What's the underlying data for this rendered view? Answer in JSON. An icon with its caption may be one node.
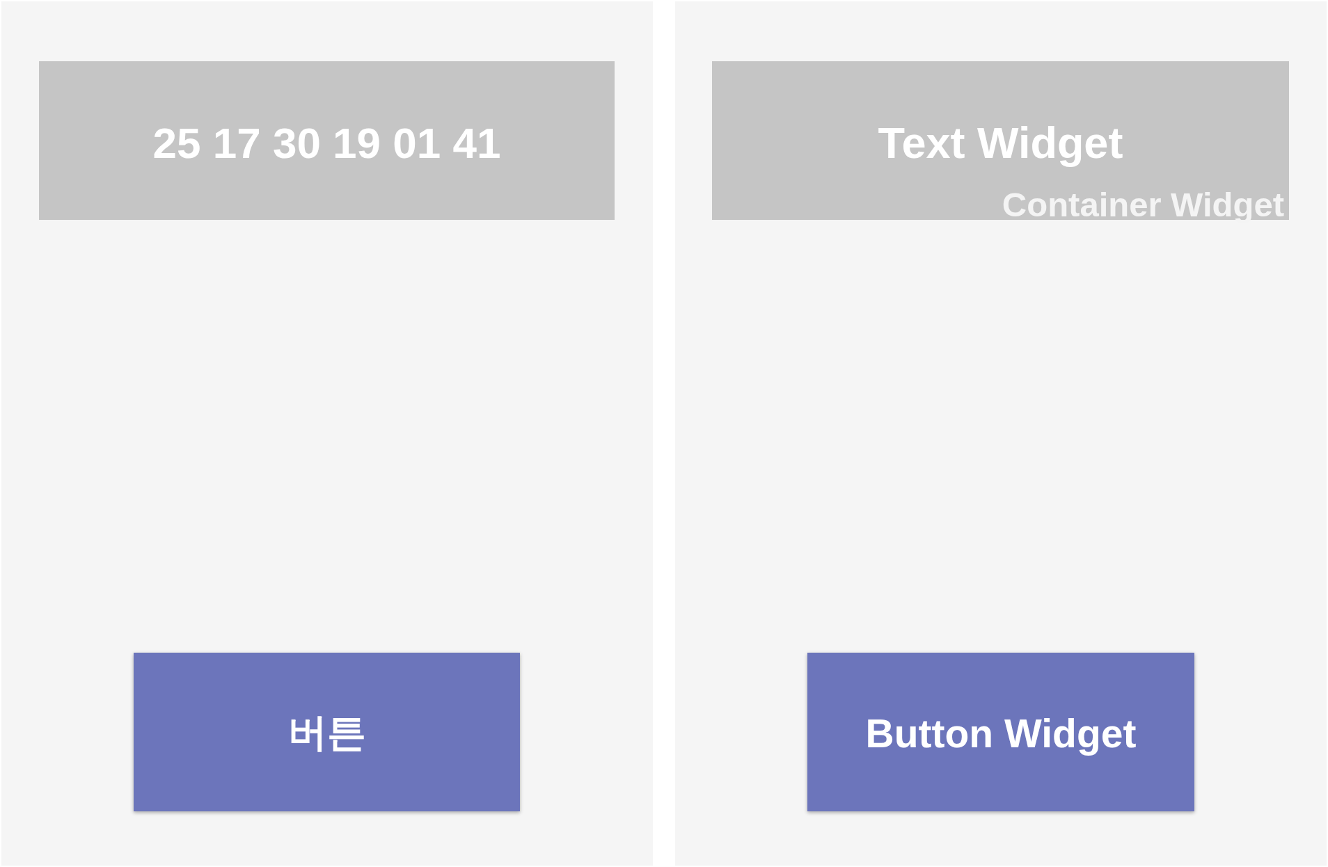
{
  "diagram": {
    "nodes": [
      {
        "text": [],
        "shape": "box"
      },
      {
        "text": [
          "25 17 30 19 01 41"
        ],
        "in": 0
      },
      {
        "text": [
          "버튼"
        ],
        "in": 0
      },
      {
        "text": [],
        "shape": "box"
      },
      {
        "text": [
          "Text Widget",
          "Container Widget"
        ],
        "in": 3
      },
      {
        "text": [
          "Button Widget"
        ],
        "in": 3
      }
    ]
  }
}
